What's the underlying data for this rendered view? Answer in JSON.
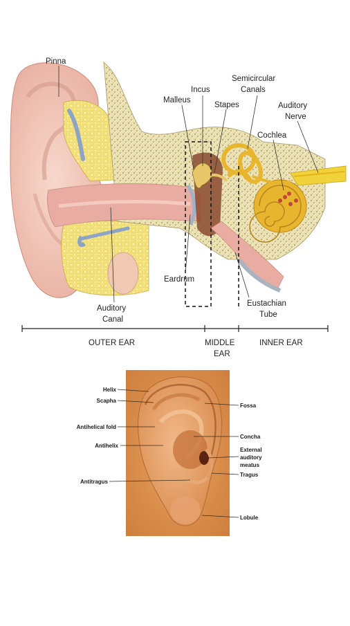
{
  "ear_cross_section": {
    "labels": {
      "pinna": "Pinna",
      "incus": "Incus",
      "malleus": "Malleus",
      "stapes": "Stapes",
      "semicircular_canals_1": "Semicircular",
      "semicircular_canals_2": "Canals",
      "auditory_nerve_1": "Auditory",
      "auditory_nerve_2": "Nerve",
      "cochlea": "Cochlea",
      "eardrum": "Eardrum",
      "eustachian_tube_1": "Eustachian",
      "eustachian_tube_2": "Tube",
      "auditory_canal_1": "Auditory",
      "auditory_canal_2": "Canal"
    },
    "sections": {
      "outer_ear": "OUTER EAR",
      "middle_ear_1": "MIDDLE",
      "middle_ear_2": "EAR",
      "inner_ear": "INNER EAR"
    }
  },
  "external_ear": {
    "labels": {
      "helix": "Helix",
      "scapha": "Scapha",
      "antihelical_fold": "Antihelical fold",
      "antihelix": "Antihelix",
      "antitragus": "Antitragus",
      "fossa": "Fossa",
      "concha": "Concha",
      "external_auditory_meatus_1": "External",
      "external_auditory_meatus_2": "auditory",
      "external_auditory_meatus_3": "meatus",
      "tragus": "Tragus",
      "lobule": "Lobule"
    }
  },
  "colors": {
    "skin": "#f0c4b4",
    "bone": "#e6dfae",
    "tissue": "#f3e27a",
    "canal": "#e8a9a0",
    "ear_photo": "#d98a4a"
  }
}
